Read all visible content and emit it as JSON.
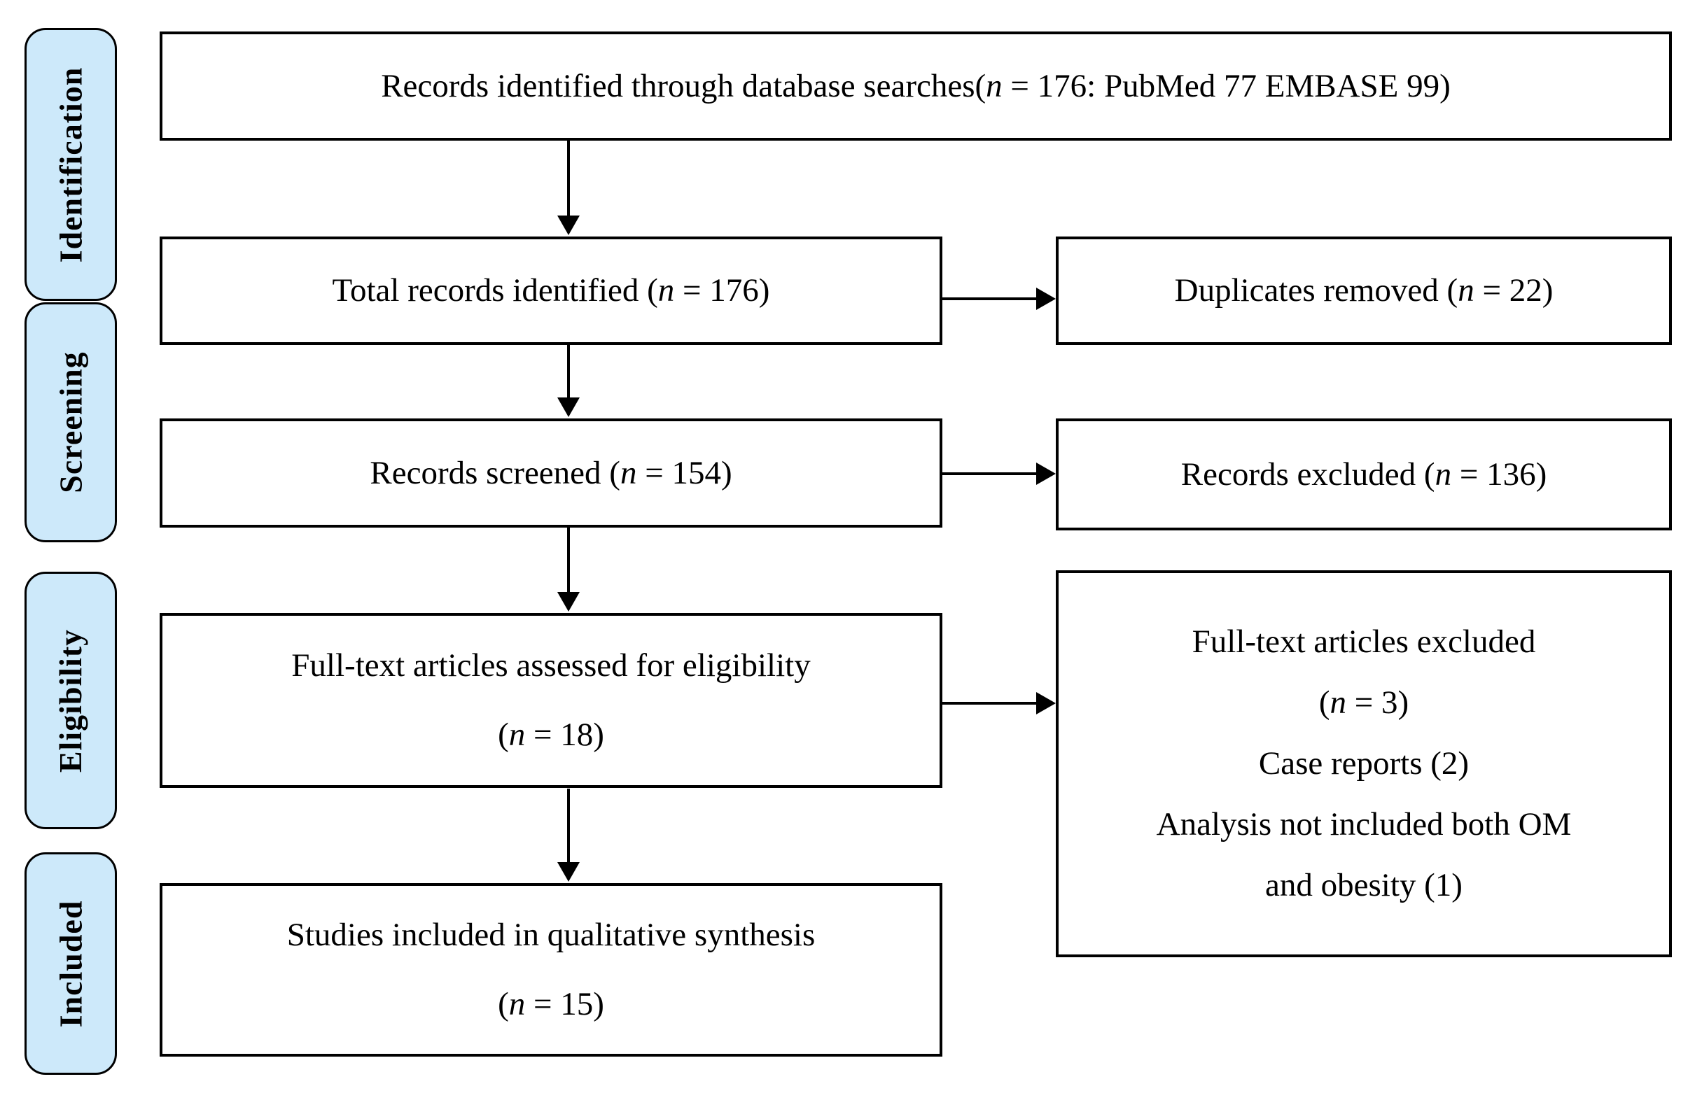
{
  "colors": {
    "stage_fill": "#cde9fa",
    "line": "#000000",
    "box_fill": "#ffffff"
  },
  "stages": [
    {
      "label": "Identification"
    },
    {
      "label": "Screening"
    },
    {
      "label": "Eligibility"
    },
    {
      "label": "Included"
    }
  ],
  "boxes": {
    "records_identified": "Records identified through database searches(n = 176: PubMed 77 EMBASE 99)",
    "total_records": "Total records identified (n = 176)",
    "duplicates_removed": "Duplicates removed (n = 22)",
    "records_screened": "Records screened (n = 154)",
    "records_excluded": "Records excluded (n = 136)",
    "fulltext_assessed": [
      "Full-text articles assessed for eligibility",
      "(n = 18)"
    ],
    "fulltext_excluded": [
      "Full-text articles excluded",
      "(n = 3)",
      "Case reports (2)",
      "Analysis not included both OM",
      "and obesity (1)"
    ],
    "studies_included": [
      "Studies included in qualitative synthesis",
      "(n = 15)"
    ]
  }
}
